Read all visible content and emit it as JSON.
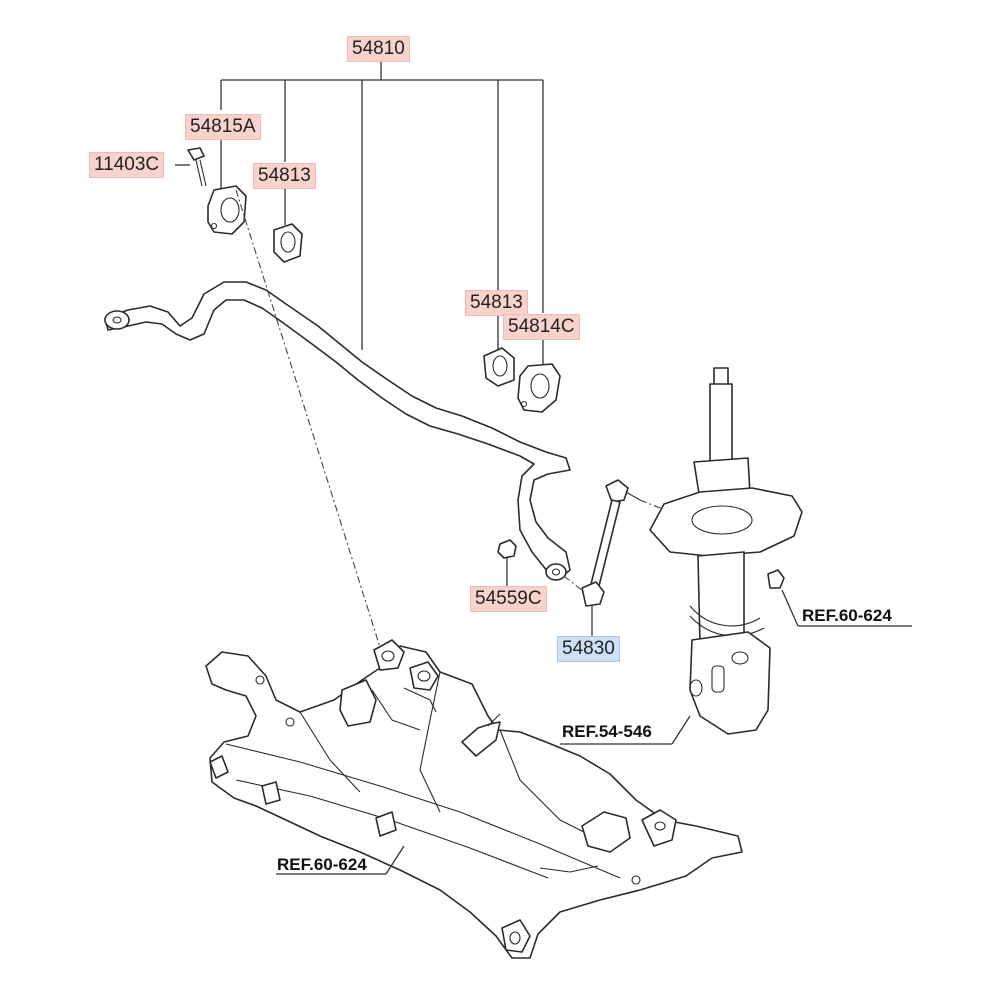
{
  "part_labels": {
    "p54810": "54810",
    "p54815A": "54815A",
    "p11403C": "11403C",
    "p54813_top": "54813",
    "p54813_right": "54813",
    "p54814C": "54814C",
    "p54559C": "54559C",
    "p54830": "54830"
  },
  "references": {
    "ref_strut_mount": "REF.60-624",
    "ref_strut": "REF.54-546",
    "ref_subframe": "REF.60-624"
  },
  "colors": {
    "callout_red": "#f8d2cd",
    "callout_blue": "#cfe0f6"
  }
}
